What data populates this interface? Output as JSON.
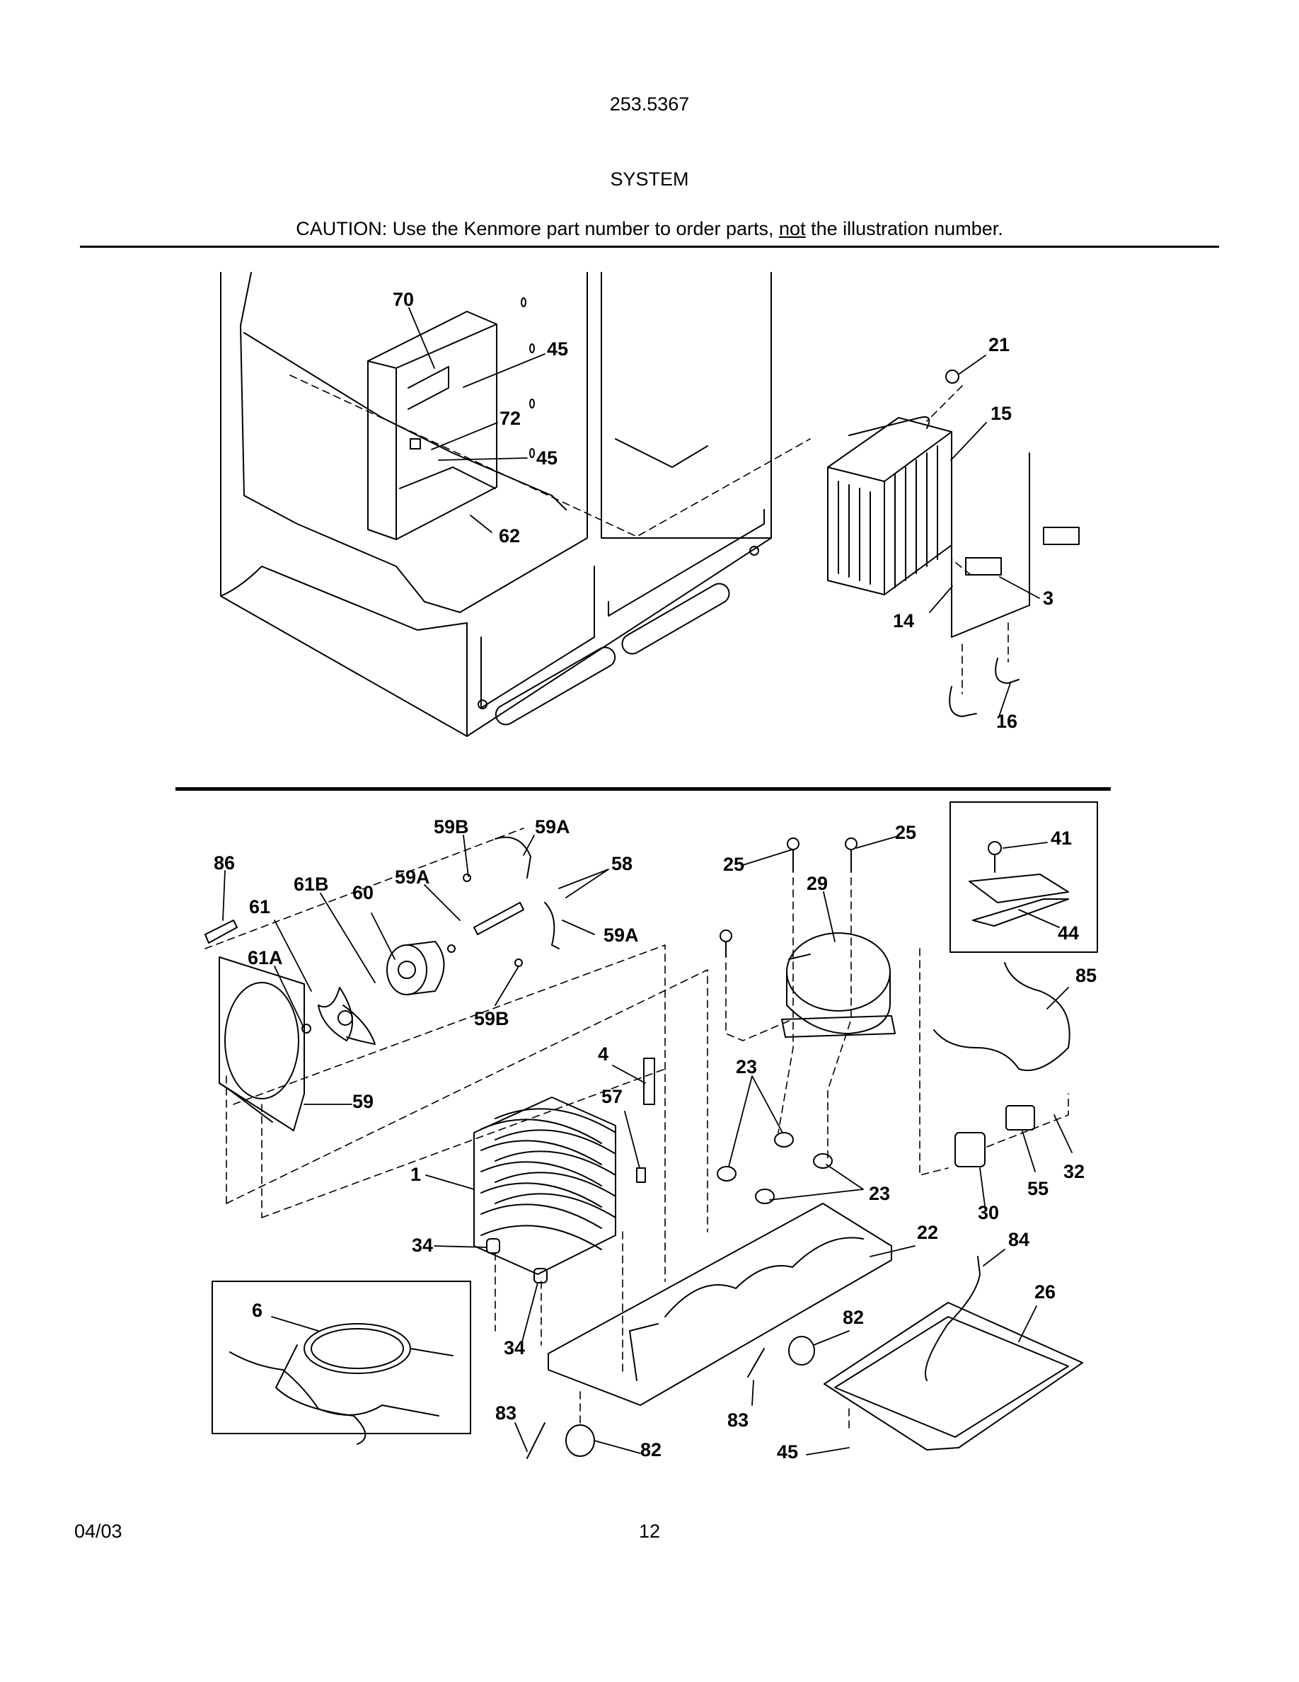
{
  "header": {
    "model_number": "253.5367",
    "section_title": "SYSTEM",
    "caution_prefix": "CAUTION: Use the Kenmore part number to order parts, ",
    "caution_emphasis": "not",
    "caution_suffix": " the illustration number."
  },
  "upper_callouts": [
    "70",
    "45",
    "72",
    "45",
    "62",
    "21",
    "15",
    "3",
    "14",
    "16"
  ],
  "lower_callouts": [
    "59B",
    "59A",
    "86",
    "61B",
    "59A",
    "58",
    "60",
    "61",
    "59A",
    "61A",
    "59B",
    "59",
    "25",
    "25",
    "29",
    "41",
    "44",
    "85",
    "4",
    "57",
    "23",
    "1",
    "23",
    "34",
    "22",
    "34",
    "6",
    "32",
    "55",
    "30",
    "84",
    "26",
    "82",
    "83",
    "83",
    "82",
    "45"
  ],
  "footer": {
    "date": "04/03",
    "page_number": "12"
  }
}
